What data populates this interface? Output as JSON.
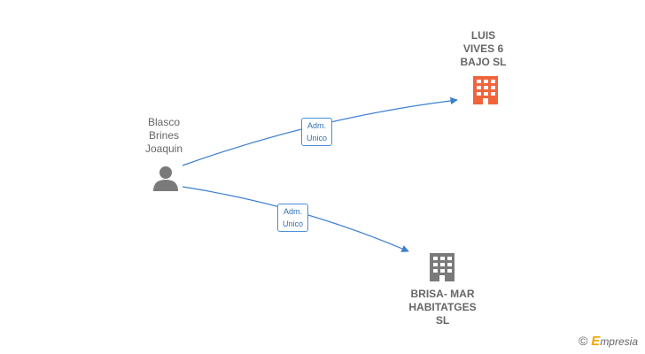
{
  "nodes": {
    "person": {
      "label": "Blasco\nBrines\nJoaquin",
      "icon": "person-icon",
      "color": "#7a7a7a"
    },
    "company_main": {
      "label": "LUIS\nVIVES 6\nBAJO  SL",
      "icon": "building-icon",
      "color": "#f0643c"
    },
    "company_other": {
      "label": "BRISA- MAR\nHABITATGES\nSL",
      "icon": "building-icon",
      "color": "#7a7a7a"
    }
  },
  "edges": [
    {
      "from": "person",
      "to": "company_main",
      "label": "Adm.\nUnico"
    },
    {
      "from": "person",
      "to": "company_other",
      "label": "Adm.\nUnico"
    }
  ],
  "colors": {
    "edge": "#3a7fd0",
    "edge_label_border": "#4a90d9"
  },
  "watermark": {
    "symbol": "©",
    "brand_initial": "E",
    "brand_rest": "mpresia"
  }
}
